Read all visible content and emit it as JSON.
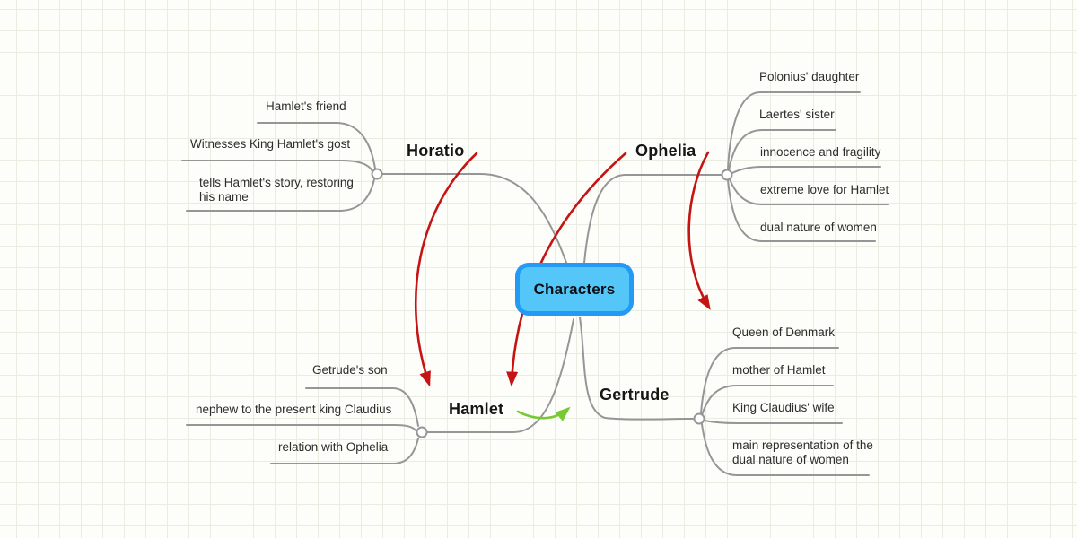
{
  "root": {
    "label": "Characters"
  },
  "branches": {
    "horatio": {
      "label": "Horatio",
      "items": [
        {
          "lines": [
            "Hamlet's friend"
          ]
        },
        {
          "lines": [
            "Witnesses King Hamlet's gost"
          ]
        },
        {
          "lines": [
            "tells Hamlet's story, restoring",
            "his name"
          ]
        }
      ]
    },
    "ophelia": {
      "label": "Ophelia",
      "items": [
        {
          "lines": [
            "Polonius' daughter"
          ]
        },
        {
          "lines": [
            "Laertes' sister"
          ]
        },
        {
          "lines": [
            "innocence and fragility"
          ]
        },
        {
          "lines": [
            "extreme love for Hamlet"
          ]
        },
        {
          "lines": [
            "dual nature of women"
          ]
        }
      ]
    },
    "hamlet": {
      "label": "Hamlet",
      "items": [
        {
          "lines": [
            "Getrude's son"
          ]
        },
        {
          "lines": [
            "nephew to the present king Claudius"
          ]
        },
        {
          "lines": [
            "relation with Ophelia"
          ]
        }
      ]
    },
    "gertrude": {
      "label": "Gertrude",
      "items": [
        {
          "lines": [
            "Queen of Denmark"
          ]
        },
        {
          "lines": [
            "mother of Hamlet"
          ]
        },
        {
          "lines": [
            "King Claudius' wife"
          ]
        },
        {
          "lines": [
            "main representation of the",
            "dual nature of women"
          ]
        }
      ]
    }
  },
  "arrows": {
    "red": [
      {
        "from": "Horatio",
        "to": "Hamlet"
      },
      {
        "from": "Ophelia",
        "to": "Hamlet"
      },
      {
        "from": "Ophelia",
        "to": "Gertrude"
      }
    ],
    "green": [
      {
        "from": "Hamlet",
        "to": "Gertrude"
      }
    ]
  },
  "colors": {
    "branch_line": "#969696",
    "connector_fill": "#ffffff",
    "arrow_red": "#c41414",
    "arrow_green": "#77c832",
    "node_border": "#2499f5",
    "node_fill": "#54c7f8",
    "grid": "#e9ede1"
  }
}
